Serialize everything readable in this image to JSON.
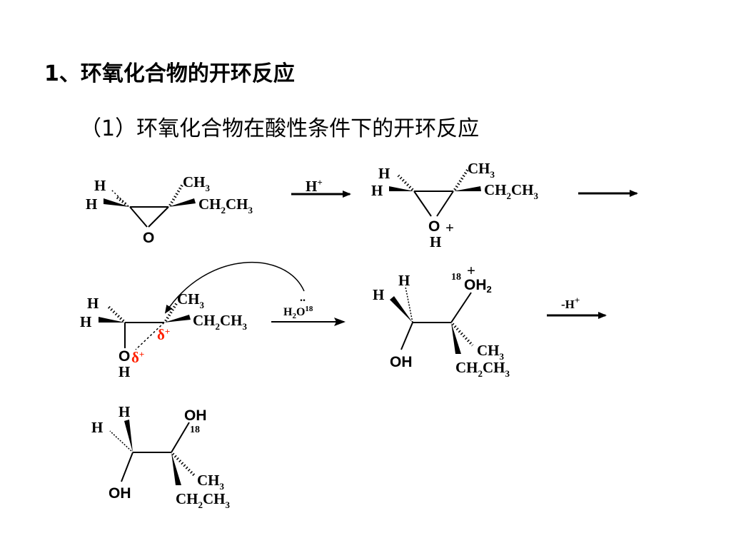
{
  "slide": {
    "title": "1、环氧化合物的开环反应",
    "subtitle": "（1）环氧化合物在酸性条件下的开环反应"
  },
  "labels": {
    "H": "H",
    "O": "O",
    "OH": "OH",
    "CH": "CH",
    "C": "C",
    "sub2": "2",
    "sub3": "3",
    "plus": "+",
    "hplus_base": "H",
    "neg_h_base": "-H",
    "delta": "δ",
    "iso18": "18",
    "lone_pair": "..",
    "water_H": "H",
    "water_O": "O"
  },
  "colors": {
    "text": "#000000",
    "delta": "#ff2000",
    "background": "#ffffff"
  }
}
